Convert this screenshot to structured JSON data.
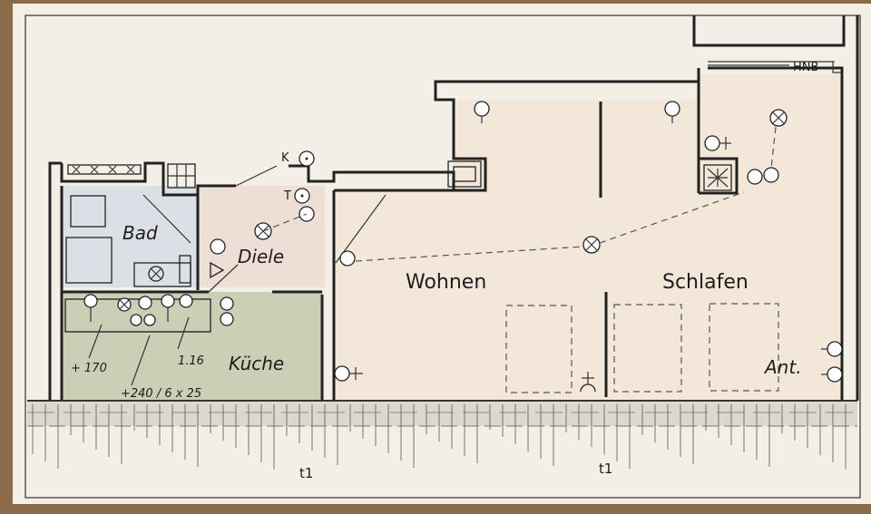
{
  "rooms": {
    "bad": "Bad",
    "diele": "Diele",
    "kueche": "Küche",
    "wohnen": "Wohnen",
    "schlafen": "Schlafen"
  },
  "annotations": {
    "hnb": "HNB",
    "k": "K",
    "t": "T",
    "ant": "Ant.",
    "height_170": "+ 170",
    "height_116": "1.16",
    "height_240": "+240 / 6 x 25",
    "t1_left": "t1",
    "t1_right": "t1"
  },
  "colors": {
    "paper": "#f3efe7",
    "bad_fill": "#dcdfe6",
    "diele_fill": "#eedfd6",
    "kueche_fill": "#c9d0b5",
    "living_fill": "#f3e7da",
    "wall": "#222222",
    "frame": "#8a6a48"
  }
}
